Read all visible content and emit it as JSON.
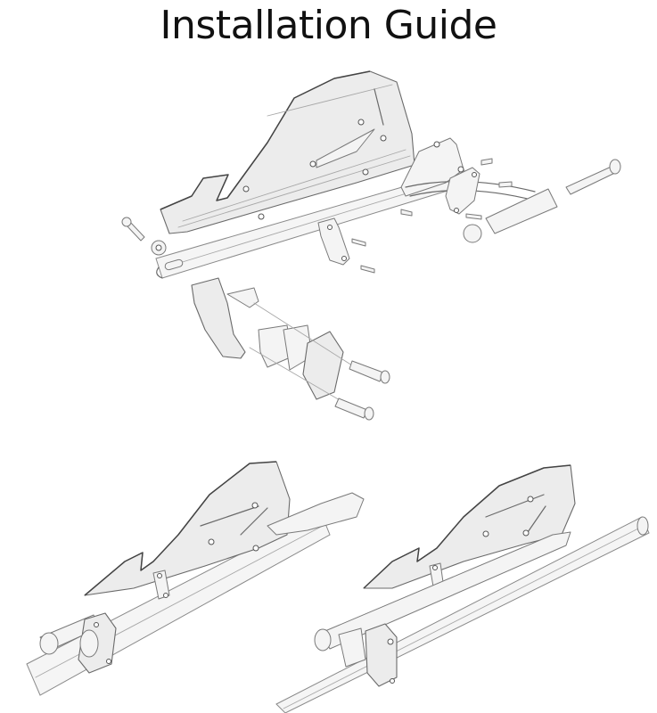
{
  "title": "Installation Guide",
  "diagrams": [
    {
      "id": "exploded-view",
      "description": "Exploded view of handguard assembly: guard shell, aluminum bar, mounting clamps, spacers, bolts and bar-end plug"
    },
    {
      "id": "assembled-left",
      "description": "Handguard assembled on handlebar, view 1"
    },
    {
      "id": "assembled-right",
      "description": "Handguard assembled on handlebar, view 2"
    }
  ],
  "colors": {
    "background": "#ffffff",
    "title": "#111111",
    "line": "#6a6a6a"
  }
}
